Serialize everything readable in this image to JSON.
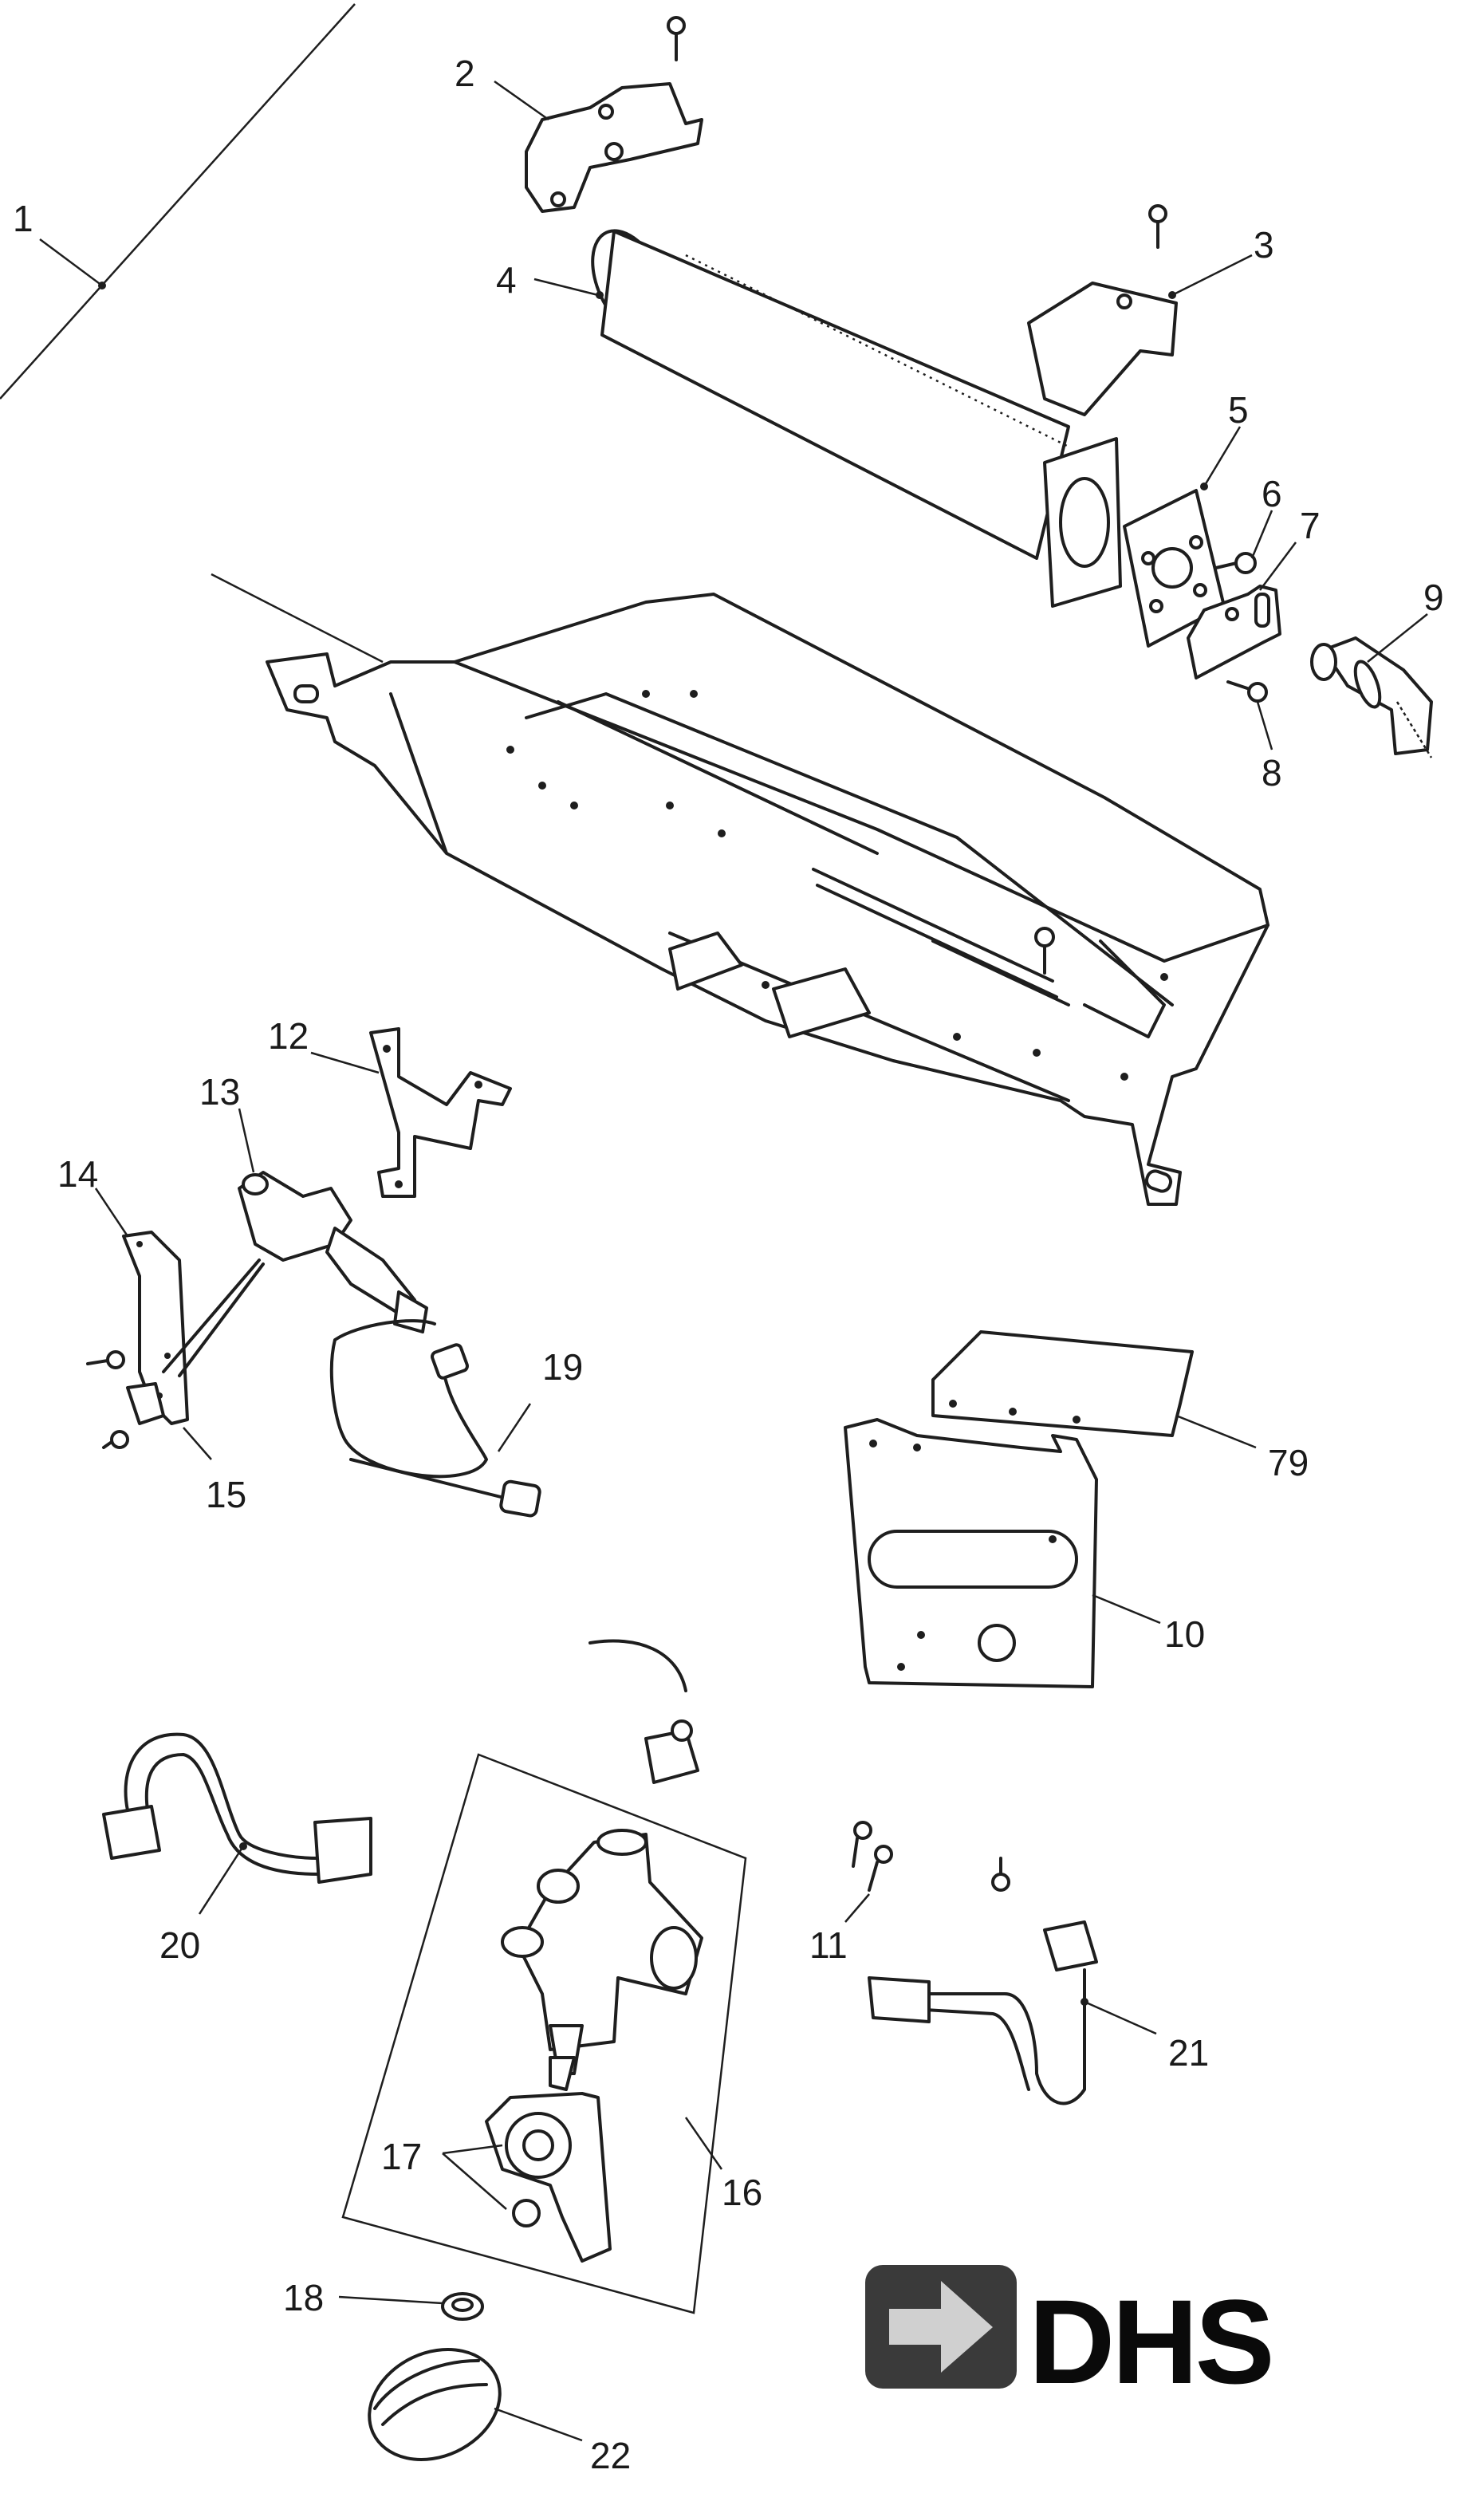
{
  "labels": [
    "1",
    "2",
    "3",
    "4",
    "5",
    "6",
    "7",
    "8",
    "9",
    "10",
    "11",
    "12",
    "13",
    "14",
    "15",
    "16",
    "17",
    "18",
    "19",
    "20",
    "21",
    "22",
    "79"
  ],
  "logo": {
    "text": "DHS",
    "badge_color": "#3a3a3a",
    "arrow_color": "#d0d0d0"
  },
  "colors": {
    "line": "#1e1e1e",
    "background": "#ffffff"
  }
}
